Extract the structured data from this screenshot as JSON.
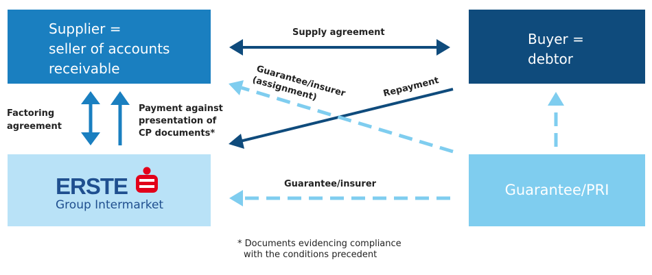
{
  "supplier_box": {
    "line1": "Supplier =",
    "line2": "seller of accounts",
    "line3": "receivable"
  },
  "buyer_box": {
    "line1": "Buyer =",
    "line2": "debtor"
  },
  "erste_box": {
    "brand": "ERSTE",
    "sub": "Group Intermarket",
    "logo_icon": "sparkasse-s-icon",
    "logo_color": "#e2001a"
  },
  "guarantor_box": {
    "label": "Guarantee/PRI"
  },
  "arrows": {
    "supply_agreement": "Supply agreement",
    "guarantee_assignment_1": "Guarantee/insurer",
    "guarantee_assignment_2": "(assignment)",
    "repayment": "Repayment",
    "factoring_1": "Factoring",
    "factoring_2": "agreement",
    "payment_1": "Payment against",
    "payment_2": "presentation of",
    "payment_3": "CP documents*",
    "guarantee_insurer": "Guarantee/insurer"
  },
  "footnote": {
    "line1": "* Documents evidencing compliance",
    "line2": "with the conditions precedent"
  },
  "colors": {
    "dark_blue": "#0f4b7c",
    "mid_blue": "#1a7fc0",
    "light_blue": "#7fcdef",
    "pale_blue": "#b9e2f7"
  }
}
